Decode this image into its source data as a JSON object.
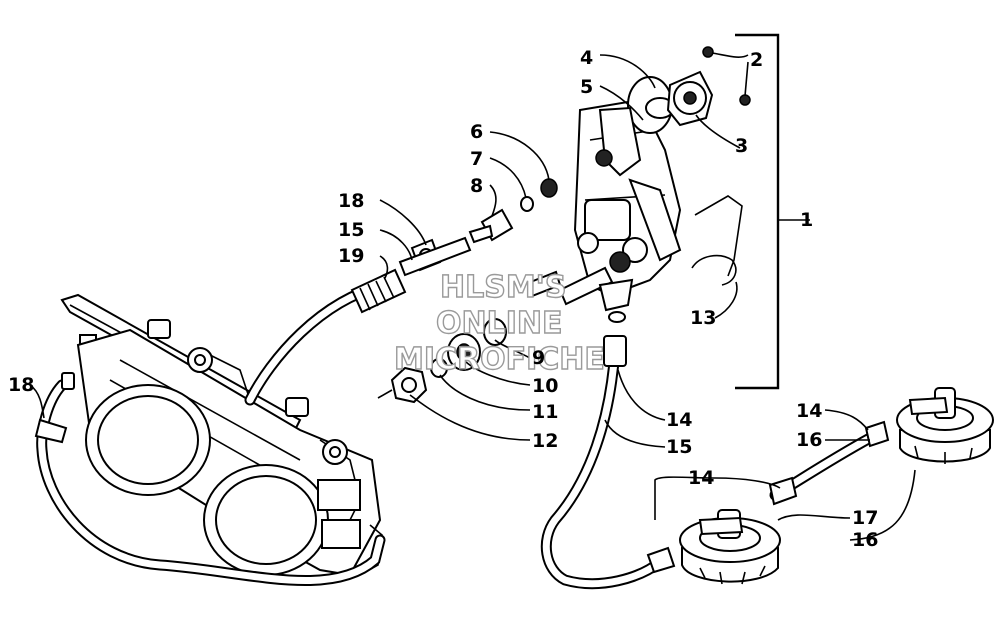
{
  "watermark": {
    "line1": "HLSM'S",
    "line2": "ONLINE",
    "line3": "MICROFICHE"
  },
  "callouts": {
    "c1": "1",
    "c2": "2",
    "c3": "3",
    "c4": "4",
    "c5": "5",
    "c6": "6",
    "c7": "7",
    "c8": "8",
    "c9": "9",
    "c10": "10",
    "c11": "11",
    "c12": "12",
    "c13": "13",
    "c14a": "14",
    "c14b": "14",
    "c14c": "14",
    "c15a": "15",
    "c15b": "15",
    "c16a": "16",
    "c16b": "16",
    "c17": "17",
    "c18a": "18",
    "c18b": "18",
    "c19": "19"
  }
}
